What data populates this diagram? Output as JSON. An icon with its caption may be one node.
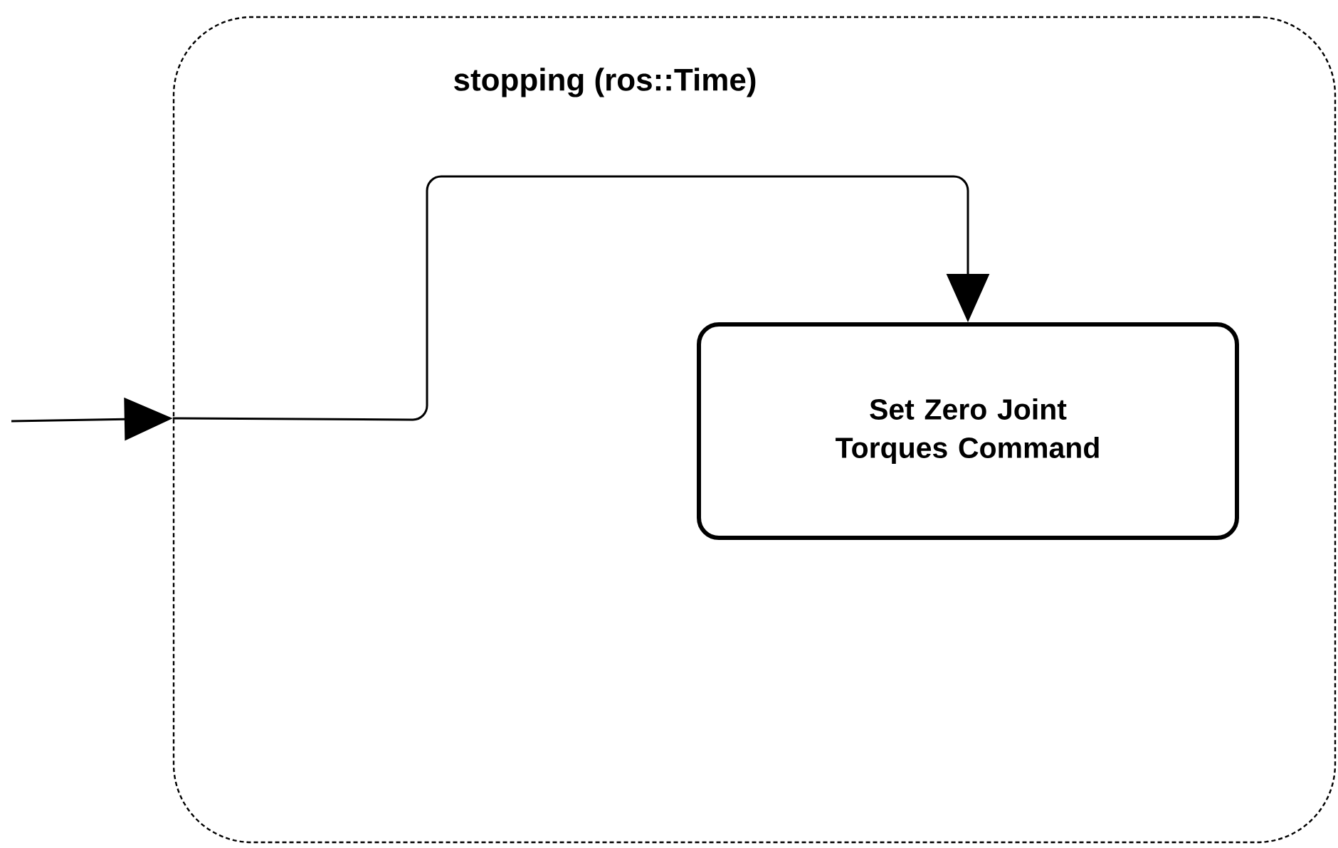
{
  "diagram": {
    "nodes": [
      {
        "text": [
          "stopping (ros::Time)"
        ]
      },
      {
        "text": [
          "Set Zero Joint Torques Command"
        ],
        "in": 0
      }
    ],
    "edges": [
      {
        "from": null,
        "to": 0,
        "arrow": "to"
      },
      {
        "from": 0,
        "to": 1,
        "arrow": "to"
      }
    ]
  }
}
